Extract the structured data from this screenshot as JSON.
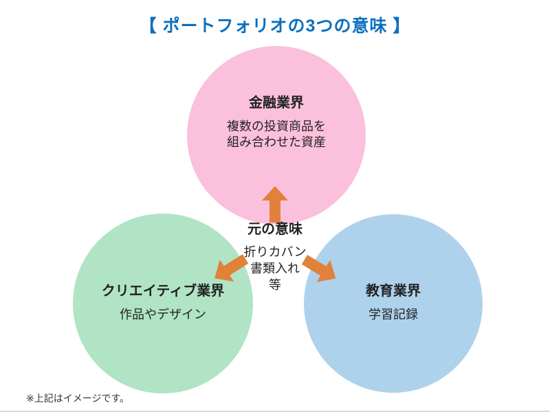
{
  "title": {
    "text": "【 ポートフォリオの3つの意味 】",
    "color": "#0b6fbf"
  },
  "diagram": {
    "arrow_color": "#e1813a",
    "center": {
      "heading": "元の意味",
      "line1": "折りカバン",
      "line2": "書類入れ",
      "line3": "等"
    },
    "circles": {
      "finance": {
        "heading": "金融業界",
        "line1": "複数の投資商品を",
        "line2": "組み合わせた資産",
        "fill": "#fbc0db"
      },
      "creative": {
        "heading": "クリエイティブ業界",
        "line1": "作品やデザイン",
        "fill": "#b0e4c4"
      },
      "education": {
        "heading": "教育業界",
        "line1": "学習記録",
        "fill": "#afd2ec"
      }
    },
    "arrows": {
      "to_finance": "original-meaning-to-finance",
      "to_creative": "original-meaning-to-creative",
      "to_education": "original-meaning-to-education"
    }
  },
  "footnote": {
    "text": "※上記はイメージです。"
  }
}
